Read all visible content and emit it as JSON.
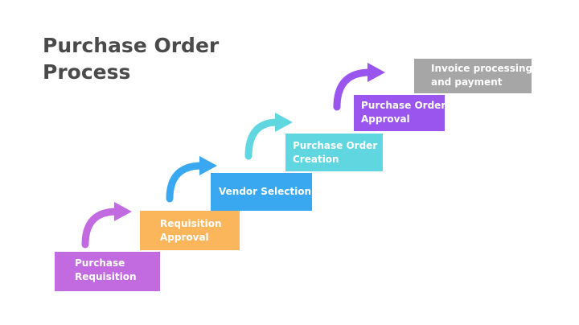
{
  "title": {
    "line1": "Purchase Order",
    "line2": "Process"
  },
  "steps": [
    {
      "line1": "Purchase",
      "line2": "Requisition",
      "color": "#c26be0"
    },
    {
      "line1": "Requisition",
      "line2": "Approval",
      "color": "#fbb55a"
    },
    {
      "line1": "Vendor Selection",
      "line2": "",
      "color": "#3aa8f0"
    },
    {
      "line1": "Purchase Order",
      "line2": "Creation",
      "color": "#5fd6e0"
    },
    {
      "line1": "Purchase Order",
      "line2": "Approval",
      "color": "#9a55ef"
    },
    {
      "line1": "Invoice processing",
      "line2": "and payment",
      "color": "#a6a6a6"
    }
  ]
}
